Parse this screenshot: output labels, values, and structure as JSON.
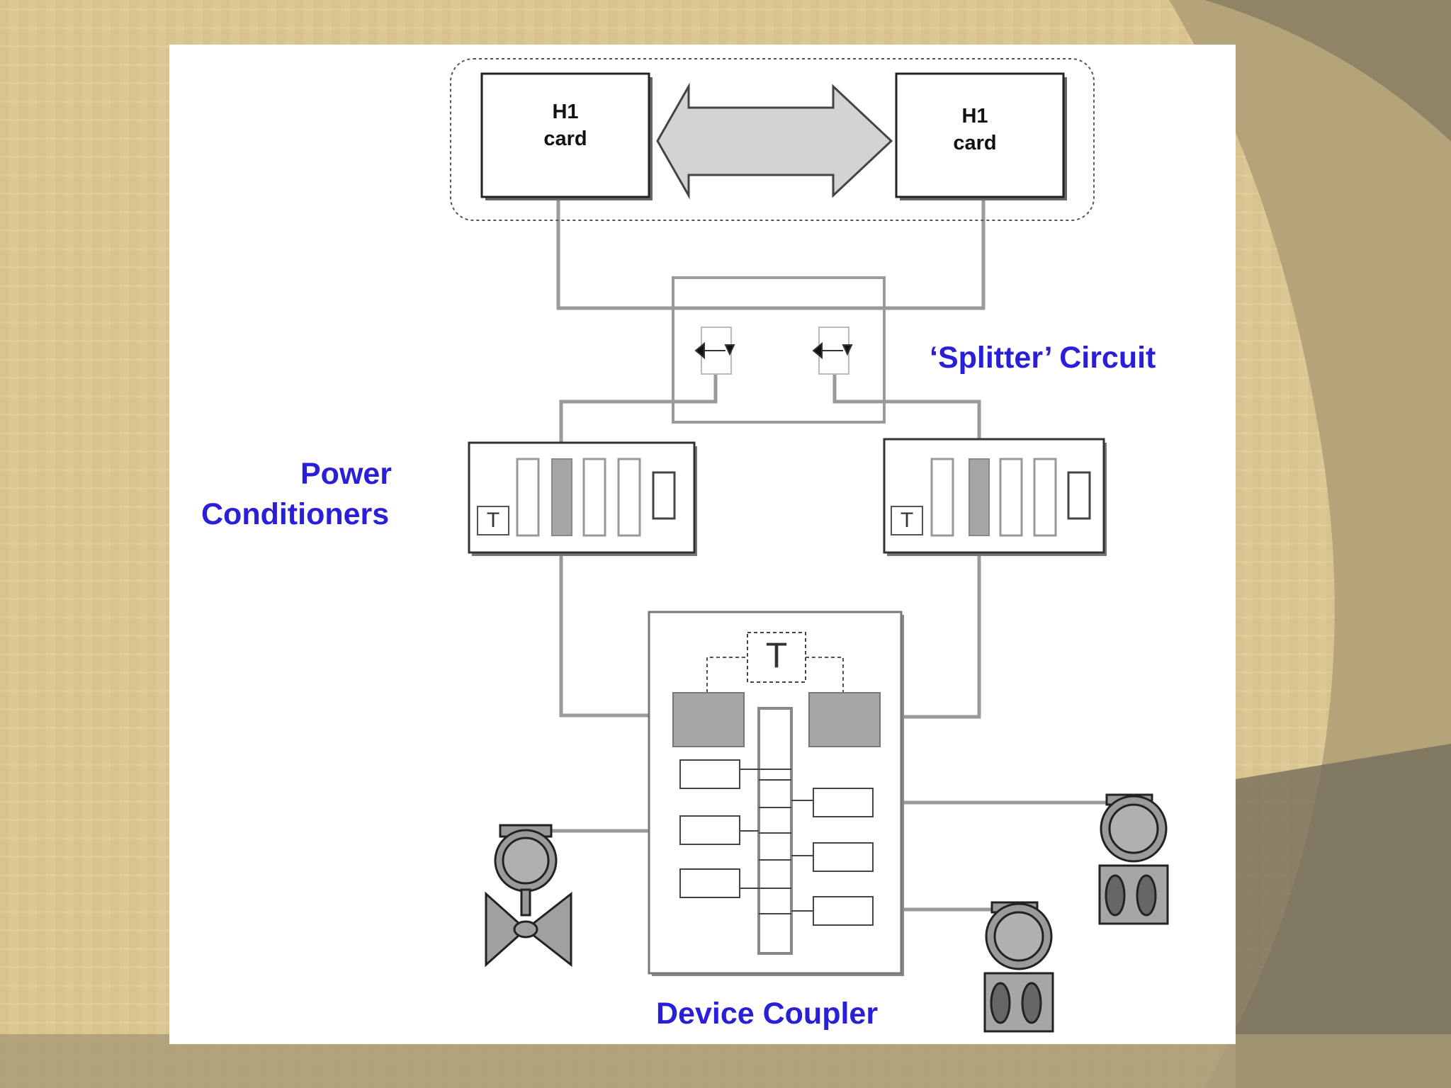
{
  "labels": {
    "h1_card_left_line1": "H1",
    "h1_card_left_line2": "card",
    "h1_card_right_line1": "H1",
    "h1_card_right_line2": "card",
    "splitter": "‘Splitter’ Circuit",
    "power_line1": "Power",
    "power_line2": "Conditioners",
    "device_coupler": "Device Coupler",
    "terminator": "T"
  },
  "colors": {
    "label_blue": "#2a1fd8",
    "wire_gray": "#9a9a9a",
    "module_gray": "#a6a6a6",
    "background_tan": "#d9c48e"
  }
}
